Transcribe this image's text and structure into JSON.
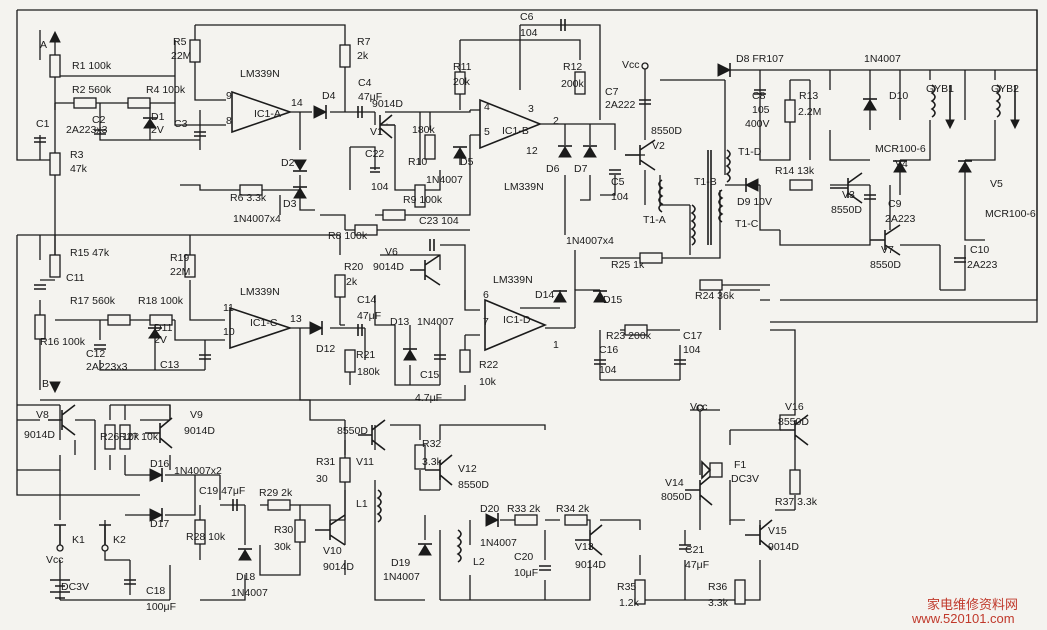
{
  "labels": [
    [
      "A",
      40,
      48
    ],
    [
      "B",
      42,
      387
    ],
    [
      "R1  100k",
      72,
      69
    ],
    [
      "R2  560k",
      72,
      93
    ],
    [
      "C1",
      36,
      127
    ],
    [
      "C2",
      92,
      123
    ],
    [
      "2A223x3",
      66,
      133
    ],
    [
      "R4  100k",
      146,
      93
    ],
    [
      "D1",
      151,
      120
    ],
    [
      "2V",
      151,
      133
    ],
    [
      "C3",
      174,
      127
    ],
    [
      "R3",
      70,
      158
    ],
    [
      "47k",
      70,
      172
    ],
    [
      "R5",
      173,
      45
    ],
    [
      "22M",
      171,
      59
    ],
    [
      "LM339N",
      240,
      77
    ],
    [
      "9",
      226,
      99
    ],
    [
      "8",
      226,
      124
    ],
    [
      "IC1-A",
      254,
      117
    ],
    [
      "14",
      291,
      106
    ],
    [
      "R7",
      357,
      45
    ],
    [
      "2k",
      357,
      59
    ],
    [
      "C4",
      358,
      86
    ],
    [
      "47μF",
      358,
      100
    ],
    [
      "D4",
      322,
      99
    ],
    [
      "9014D",
      372,
      107
    ],
    [
      "V1",
      370,
      135
    ],
    [
      "180k",
      412,
      133
    ],
    [
      "R10",
      408,
      165
    ],
    [
      "C22",
      365,
      157
    ],
    [
      "104",
      371,
      190
    ],
    [
      "D2",
      281,
      166
    ],
    [
      "D3",
      283,
      207
    ],
    [
      "1N4007x4",
      233,
      222
    ],
    [
      "R6  3.3k",
      230,
      201
    ],
    [
      "R9  100k",
      403,
      203
    ],
    [
      "R8  100k",
      328,
      239
    ],
    [
      "C23  104",
      419,
      224
    ],
    [
      "R11",
      453,
      70
    ],
    [
      "20k",
      453,
      85
    ],
    [
      "R12",
      563,
      70
    ],
    [
      "200k",
      561,
      87
    ],
    [
      "C6",
      520,
      20
    ],
    [
      "104",
      520,
      36
    ],
    [
      "4",
      484,
      110
    ],
    [
      "5",
      484,
      135
    ],
    [
      "3",
      528,
      112
    ],
    [
      "2",
      553,
      124
    ],
    [
      "12",
      526,
      154
    ],
    [
      "IC1-B",
      502,
      134
    ],
    [
      "D5",
      460,
      165
    ],
    [
      "1N4007",
      426,
      183
    ],
    [
      "D6",
      546,
      172
    ],
    [
      "D7",
      574,
      172
    ],
    [
      "LM339N",
      504,
      190
    ],
    [
      "Vcc",
      622,
      68
    ],
    [
      "C7",
      605,
      95
    ],
    [
      "2A222",
      605,
      108
    ],
    [
      "8550D",
      651,
      134
    ],
    [
      "V2",
      652,
      149
    ],
    [
      "C5",
      611,
      185
    ],
    [
      "104",
      611,
      200
    ],
    [
      "1N4007x4",
      566,
      244
    ],
    [
      "D8  FR107",
      736,
      62
    ],
    [
      "C8",
      752,
      99
    ],
    [
      "105",
      752,
      113
    ],
    [
      "400V",
      745,
      127
    ],
    [
      "R13",
      799,
      99
    ],
    [
      "2.2M",
      798,
      115
    ],
    [
      "1N4007",
      864,
      62
    ],
    [
      "D10",
      889,
      99
    ],
    [
      "GYB1",
      926,
      92
    ],
    [
      "GYB2",
      991,
      92
    ],
    [
      "MCR100-6",
      875,
      152
    ],
    [
      "V4",
      895,
      167
    ],
    [
      "V5",
      990,
      187
    ],
    [
      "MCR100-6",
      985,
      217
    ],
    [
      "T1-D",
      738,
      155
    ],
    [
      "T1-B",
      694,
      185
    ],
    [
      "T1-A",
      643,
      223
    ],
    [
      "T1-C",
      735,
      227
    ],
    [
      "R14  13k",
      775,
      174
    ],
    [
      "D9  10V",
      737,
      205
    ],
    [
      "V3",
      842,
      198
    ],
    [
      "8550D",
      831,
      213
    ],
    [
      "C9",
      888,
      207
    ],
    [
      "2A223",
      885,
      222
    ],
    [
      "V7",
      881,
      253
    ],
    [
      "8550D",
      870,
      268
    ],
    [
      "C10",
      970,
      253
    ],
    [
      "2A223",
      967,
      268
    ],
    [
      "R25  1k",
      611,
      268
    ],
    [
      "R24  36k",
      695,
      299
    ],
    [
      "R15  47k",
      70,
      256
    ],
    [
      "C11",
      66,
      281
    ],
    [
      "R17  560k",
      70,
      304
    ],
    [
      "R18  100k",
      138,
      304
    ],
    [
      "D11",
      154,
      331
    ],
    [
      "2V",
      154,
      343
    ],
    [
      "C12",
      86,
      357
    ],
    [
      "2A223x3",
      86,
      370
    ],
    [
      "C13",
      160,
      368
    ],
    [
      "R16  100k",
      40,
      345
    ],
    [
      "R19",
      170,
      261
    ],
    [
      "22M",
      170,
      275
    ],
    [
      "LM339N",
      240,
      295
    ],
    [
      "11",
      223,
      311
    ],
    [
      "10",
      223,
      335
    ],
    [
      "IC1-C",
      250,
      326
    ],
    [
      "13",
      290,
      322
    ],
    [
      "D12",
      316,
      352
    ],
    [
      "R20",
      344,
      270
    ],
    [
      "2k",
      346,
      285
    ],
    [
      "V6",
      385,
      255
    ],
    [
      "9014D",
      373,
      270
    ],
    [
      "C14",
      357,
      303
    ],
    [
      "47μF",
      357,
      319
    ],
    [
      "D13",
      390,
      325
    ],
    [
      "1N4007",
      417,
      325
    ],
    [
      "R21",
      356,
      358
    ],
    [
      "180k",
      357,
      375
    ],
    [
      "C15",
      420,
      378
    ],
    [
      "4.7μF",
      415,
      401
    ],
    [
      "LM339N",
      493,
      283
    ],
    [
      "6",
      483,
      298
    ],
    [
      "7",
      483,
      325
    ],
    [
      "IC1-D",
      503,
      323
    ],
    [
      "1",
      553,
      348
    ],
    [
      "D14",
      535,
      298
    ],
    [
      "D15",
      603,
      303
    ],
    [
      "R22",
      479,
      368
    ],
    [
      "10k",
      479,
      385
    ],
    [
      "R23  200k",
      606,
      339
    ],
    [
      "C16",
      599,
      353
    ],
    [
      "104",
      599,
      373
    ],
    [
      "C17",
      683,
      339
    ],
    [
      "104",
      683,
      353
    ],
    [
      "V8",
      36,
      418
    ],
    [
      "9014D",
      24,
      438
    ],
    [
      "V9",
      190,
      418
    ],
    [
      "9014D",
      184,
      434
    ],
    [
      "R26  10k",
      100,
      440
    ],
    [
      "R27  10k",
      119,
      440
    ],
    [
      "D16",
      150,
      467
    ],
    [
      "1N4007x2",
      174,
      474
    ],
    [
      "D17",
      150,
      527
    ],
    [
      "K1",
      72,
      543
    ],
    [
      "K2",
      113,
      543
    ],
    [
      "Vcc",
      46,
      563
    ],
    [
      "DC3V",
      61,
      590
    ],
    [
      "C18",
      146,
      594
    ],
    [
      "100μF",
      146,
      610
    ],
    [
      "C19  47μF",
      199,
      494
    ],
    [
      "R29  2k",
      259,
      496
    ],
    [
      "R28  10k",
      186,
      540
    ],
    [
      "R30",
      274,
      533
    ],
    [
      "30k",
      274,
      550
    ],
    [
      "D18",
      236,
      580
    ],
    [
      "1N4007",
      231,
      596
    ],
    [
      "8550D",
      337,
      434
    ],
    [
      "R31",
      316,
      465
    ],
    [
      "30",
      316,
      482
    ],
    [
      "V11",
      356,
      465
    ],
    [
      "L1",
      356,
      507
    ],
    [
      "V10",
      323,
      554
    ],
    [
      "9014D",
      323,
      570
    ],
    [
      "R32",
      422,
      447
    ],
    [
      "3.3k",
      422,
      465
    ],
    [
      "V12",
      458,
      472
    ],
    [
      "8550D",
      458,
      488
    ],
    [
      "D20",
      480,
      512
    ],
    [
      "R33  2k",
      507,
      512
    ],
    [
      "R34  2k",
      556,
      512
    ],
    [
      "1N4007",
      480,
      546
    ],
    [
      "D19",
      391,
      566
    ],
    [
      "1N4007",
      383,
      580
    ],
    [
      "L2",
      473,
      565
    ],
    [
      "C20",
      514,
      560
    ],
    [
      "10μF",
      514,
      576
    ],
    [
      "V13",
      575,
      550
    ],
    [
      "9014D",
      575,
      568
    ],
    [
      "Vcc",
      690,
      410
    ],
    [
      "V16",
      785,
      410
    ],
    [
      "8550D",
      778,
      425
    ],
    [
      "F1",
      734,
      468
    ],
    [
      "DC3V",
      731,
      482
    ],
    [
      "R37  3.3k",
      775,
      505
    ],
    [
      "V14",
      665,
      486
    ],
    [
      "8050D",
      661,
      500
    ],
    [
      "C21",
      685,
      553
    ],
    [
      "47μF",
      685,
      568
    ],
    [
      "V15",
      768,
      534
    ],
    [
      "9014D",
      768,
      550
    ],
    [
      "R35",
      617,
      590
    ],
    [
      "1.2k",
      619,
      606
    ],
    [
      "R36",
      708,
      590
    ],
    [
      "3.3k",
      708,
      606
    ],
    [
      "家电维修资料网",
      927,
      609
    ],
    [
      "www.520101.com",
      912,
      623
    ]
  ]
}
